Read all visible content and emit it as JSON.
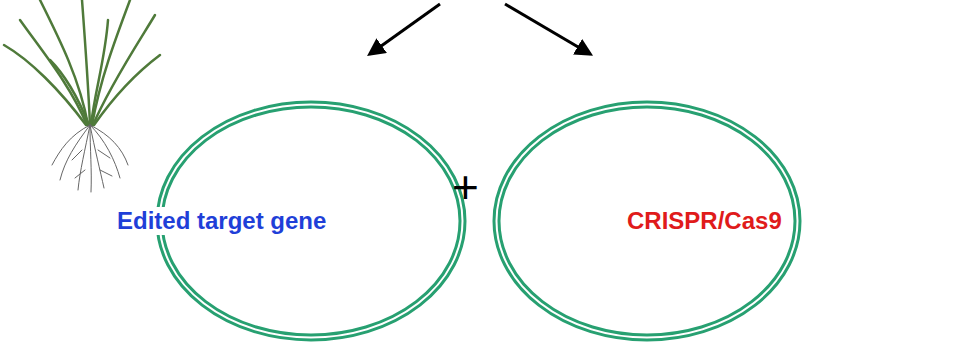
{
  "diagram": {
    "nodes": [
      {
        "text": [
          "Edited target gene"
        ]
      },
      {
        "text": [
          "CRISPR/Cas9"
        ]
      }
    ],
    "labels": [
      "+"
    ]
  }
}
